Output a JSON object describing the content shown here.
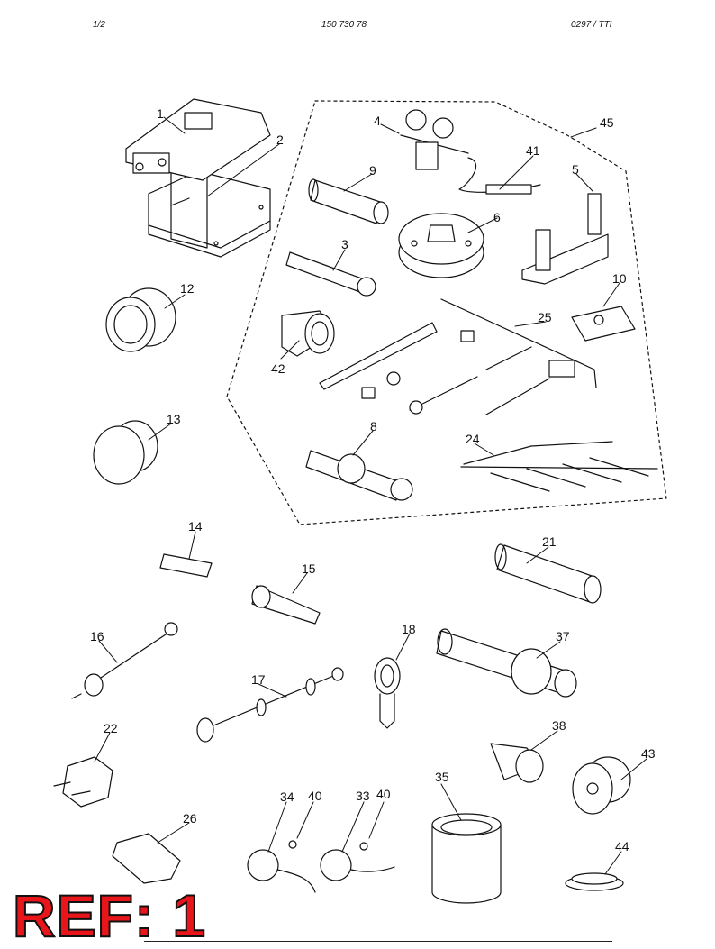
{
  "header": {
    "left": "1/2",
    "center": "150 730 78",
    "right": "0297  /  TTI"
  },
  "ref_label": "REF: 1",
  "part_numbers": [
    "1",
    "2",
    "3",
    "4",
    "5",
    "6",
    "8",
    "9",
    "10",
    "12",
    "13",
    "14",
    "15",
    "16",
    "17",
    "18",
    "21",
    "22",
    "24",
    "25",
    "26",
    "33",
    "34",
    "35",
    "37",
    "38",
    "40",
    "40",
    "41",
    "42",
    "43",
    "44",
    "45"
  ]
}
